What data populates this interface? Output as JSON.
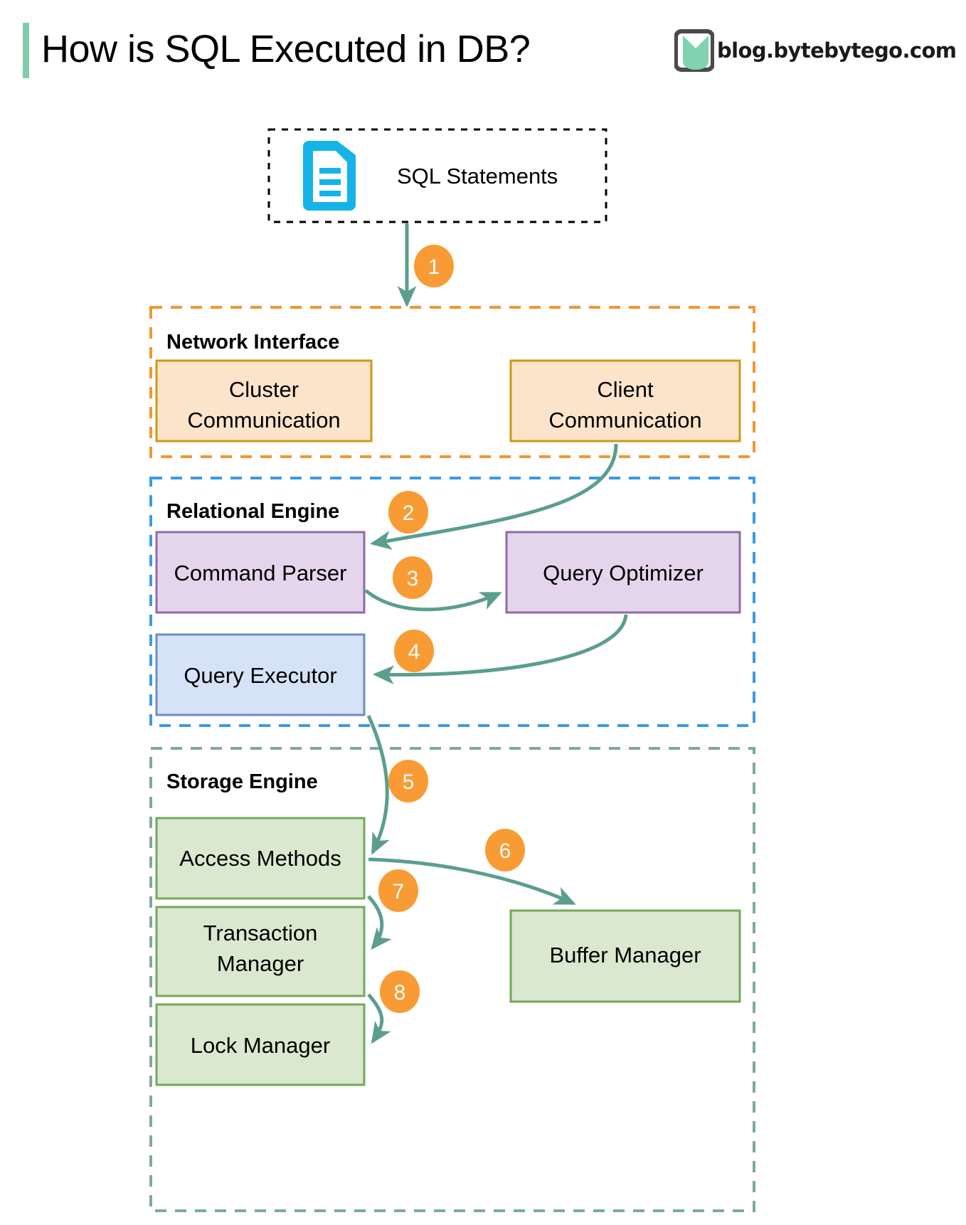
{
  "header": {
    "title": "How is SQL Executed in DB?",
    "accent_bar_color": "#7fcbac",
    "brand_text": "blog.bytebytego.com",
    "brand_logo_icon": "bytebytego-logo-icon"
  },
  "colors": {
    "arrow": "#5a9e8f",
    "step_badge": "#f89b35",
    "step_text": "#ffffff",
    "network_border": "#ef9831",
    "network_fill": "#fce4cb",
    "network_box_border": "#cc9a16",
    "relational_border": "#3d9ae2",
    "parser_fill": "#e4d5ec",
    "parser_border": "#8f6ba5",
    "executor_fill": "#d5e2f7",
    "executor_border": "#6f8fbb",
    "storage_border": "#7fa99e",
    "storage_fill": "#d9e8cf",
    "storage_box_border": "#74a85a",
    "source_border": "#000000",
    "doc_icon": "#14b4e8"
  },
  "source": {
    "label": "SQL Statements",
    "icon": "document-icon"
  },
  "groups": [
    {
      "id": "network-interface",
      "title": "Network Interface",
      "boxes": [
        {
          "id": "cluster-communication",
          "label": "Cluster\nCommunication",
          "line1": "Cluster",
          "line2": "Communication"
        },
        {
          "id": "client-communication",
          "label": "Client\nCommunication",
          "line1": "Client",
          "line2": "Communication"
        }
      ]
    },
    {
      "id": "relational-engine",
      "title": "Relational Engine",
      "boxes": [
        {
          "id": "command-parser",
          "label": "Command Parser",
          "line1": "Command Parser",
          "line2": ""
        },
        {
          "id": "query-optimizer",
          "label": "Query Optimizer",
          "line1": "Query Optimizer",
          "line2": ""
        },
        {
          "id": "query-executor",
          "label": "Query Executor",
          "line1": "Query Executor",
          "line2": ""
        }
      ]
    },
    {
      "id": "storage-engine",
      "title": "Storage Engine",
      "boxes": [
        {
          "id": "access-methods",
          "label": "Access Methods",
          "line1": "Access Methods",
          "line2": ""
        },
        {
          "id": "transaction-manager",
          "label": "Transaction\nManager",
          "line1": "Transaction",
          "line2": "Manager"
        },
        {
          "id": "lock-manager",
          "label": "Lock Manager",
          "line1": "Lock Manager",
          "line2": ""
        },
        {
          "id": "buffer-manager",
          "label": "Buffer Manager",
          "line1": "Buffer Manager",
          "line2": ""
        }
      ]
    }
  ],
  "steps": [
    {
      "n": "1",
      "from": "sql-statements",
      "to": "network-interface"
    },
    {
      "n": "2",
      "from": "client-communication",
      "to": "command-parser"
    },
    {
      "n": "3",
      "from": "command-parser",
      "to": "query-optimizer"
    },
    {
      "n": "4",
      "from": "query-optimizer",
      "to": "query-executor"
    },
    {
      "n": "5",
      "from": "query-executor",
      "to": "access-methods"
    },
    {
      "n": "6",
      "from": "access-methods",
      "to": "buffer-manager"
    },
    {
      "n": "7",
      "from": "access-methods",
      "to": "transaction-manager"
    },
    {
      "n": "8",
      "from": "transaction-manager",
      "to": "lock-manager"
    }
  ]
}
